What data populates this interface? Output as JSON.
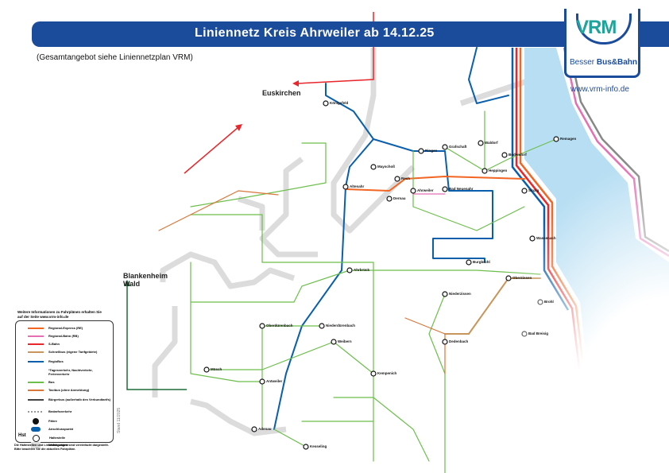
{
  "header": {
    "title": "Liniennetz Kreis Ahrweiler ab 14.12.25"
  },
  "subtitle": "(Gesamtangebot siehe Liniennetzplan VRM)",
  "logo": {
    "brand": "VRM",
    "slogan_prefix": "Besser ",
    "slogan_bold": "Bus&Bahn",
    "url": "www.vrm-info.de"
  },
  "destinations": {
    "euskirchen": "Euskirchen",
    "blankenheim": "Blankenheim Wald"
  },
  "stations": [
    "Bad Neuenahr",
    "Ahrweiler",
    "Altenahr",
    "Dernau",
    "Mayschoß",
    "Rech",
    "Sinzig",
    "Remagen",
    "Bad Breisig",
    "Brohl",
    "Niederzissen",
    "Oberzissen",
    "Kempenich",
    "Weibern",
    "Adenau",
    "Wassenach",
    "Grafschaft",
    "Ringen",
    "Heppingen",
    "Bodendorf",
    "Königsfeld",
    "Dedenbach",
    "Oberdürenbach",
    "Niederdürenbach",
    "Burgbrohl",
    "Waldorf",
    "Antweiler",
    "Müsch",
    "Ahrbrück",
    "Kesseling"
  ],
  "legend": {
    "intro": "Weitere Informationen zu Fahrplänen erhalten Sie auf der Seite www.vrm-info.de",
    "items": [
      "Regional-Express (RE)",
      "Regional-Bahn (RB)",
      "S-Bahn",
      "Schnellbus (eigene Tarifgebiete)",
      "RegioBus",
      "*Tagesverkehr, Nachtverkehr, Ferienverkehr",
      "Bus",
      "Taxibus (ohne Anmeldung)",
      "Bürgerbus (außerhalb des Verbundtarifs)",
      "Bedarfsverkehr",
      "Fähre",
      "Anschlusspunkt",
      "Haltestelle",
      "Wohngebiete"
    ],
    "hst_label": "Hst",
    "note": "Die Haltestellen und Linienführungen sind vereinfacht dargestellt. Bitte beachten Sie die aktuellen Fahrpläne.",
    "colors": [
      "#f26522",
      "#e46fb3",
      "#e8262b",
      "#c8955c",
      "#0a5fad",
      "#6cbf4b",
      "#d9773a",
      "#444444"
    ]
  },
  "stand": "Stand 11/2025"
}
